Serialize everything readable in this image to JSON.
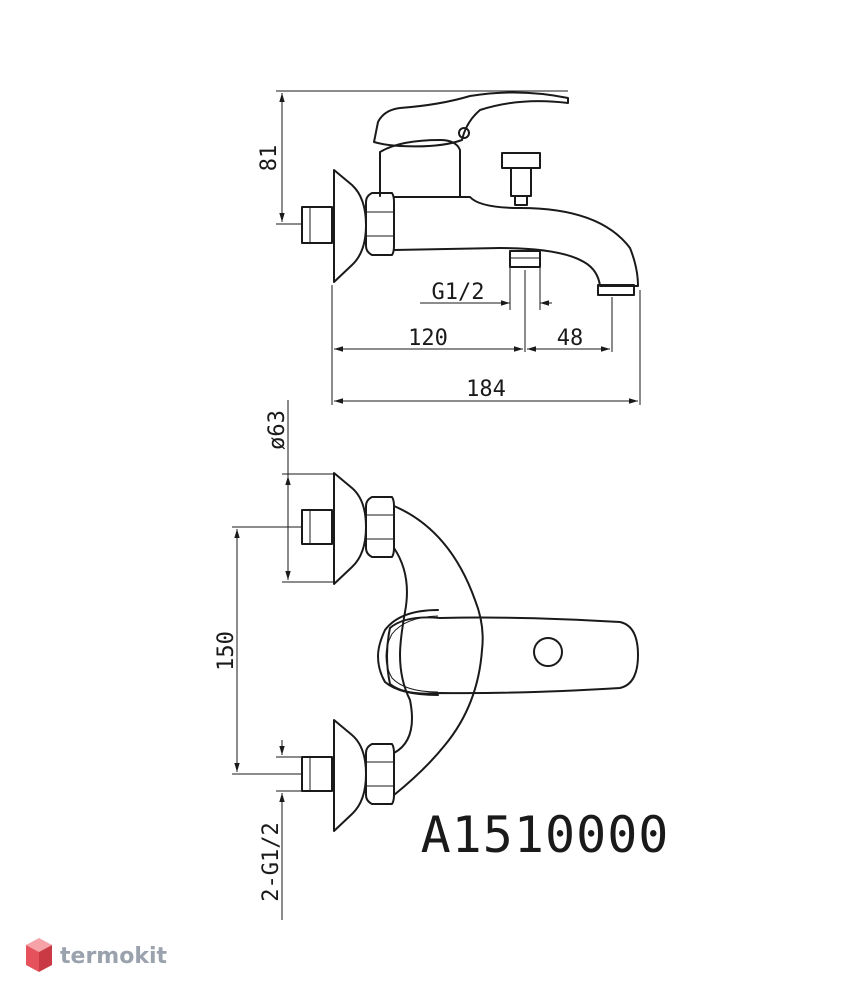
{
  "drawing": {
    "model_code": "A1510000",
    "dimensions": {
      "height": "81",
      "inlet_thread": "G1/2",
      "inlet_to_spout": "120",
      "spout_offset": "48",
      "overall_length": "184",
      "flange_diameter": "ø63",
      "center_distance": "150",
      "connection_threads": "2-G1/2"
    }
  },
  "watermark": {
    "brand": "termokit",
    "colors": {
      "top": "#f5a3a8",
      "left": "#e6525c",
      "right": "#c93a44"
    }
  },
  "colors": {
    "line": "#1a1a1a",
    "background": "#ffffff"
  }
}
